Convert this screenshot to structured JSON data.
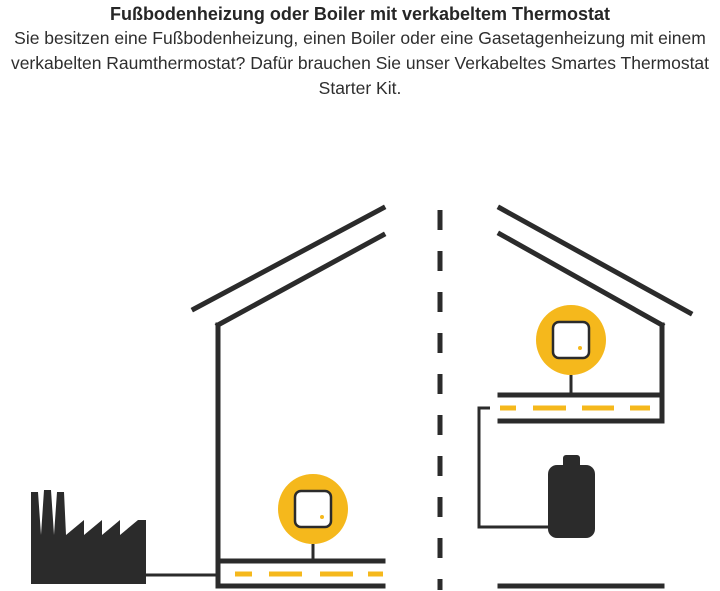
{
  "header": {
    "title": "Fußbodenheizung oder Boiler mit verkabeltem Thermostat",
    "description": "Sie besitzen eine Fußbodenheizung, einen Boiler oder eine Gasetagenheizung mit einem verkabelten Raumthermostat? Dafür brauchen Sie unser Verkabeltes Smartes Thermostat Starter Kit."
  },
  "colors": {
    "line": "#2b2b2b",
    "accent": "#f5b81c",
    "background": "#ffffff"
  },
  "illustration": {
    "left_scene": [
      "house-outline",
      "factory-icon",
      "thermostat-icon",
      "underfloor-heating-pipe"
    ],
    "right_scene": [
      "house-outline",
      "thermostat-icon",
      "heating-pipe",
      "boiler-icon"
    ]
  }
}
